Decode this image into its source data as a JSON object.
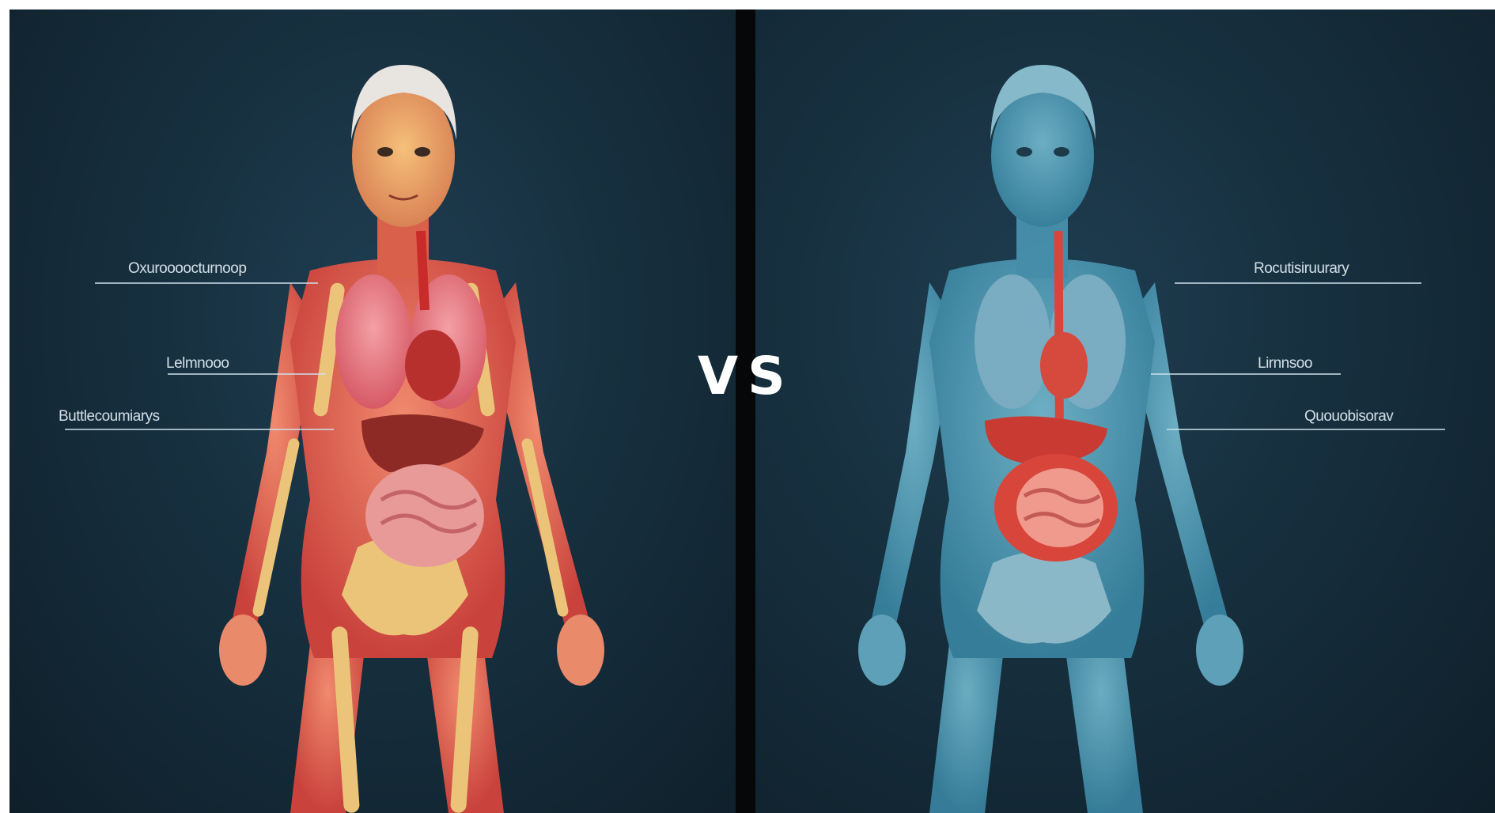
{
  "vs_label": "VS",
  "colors": {
    "background_top": "#1f3e52",
    "background_edge": "#0f1f2a",
    "divider": "#050708",
    "left_body": "#d9534a",
    "left_bones": "#e7c16f",
    "right_body": "#5ab3cf",
    "right_organs": "#d8463b"
  },
  "left_figure": {
    "labels": [
      {
        "text": "Oxuroooocturnoop"
      },
      {
        "text": "Lelmnooo"
      },
      {
        "text": "Buttlecoumiarys"
      }
    ]
  },
  "right_figure": {
    "labels": [
      {
        "text": "Rocutisiruurary"
      },
      {
        "text": "Lirnnsoo"
      },
      {
        "text": "Quouobisorav"
      }
    ]
  }
}
